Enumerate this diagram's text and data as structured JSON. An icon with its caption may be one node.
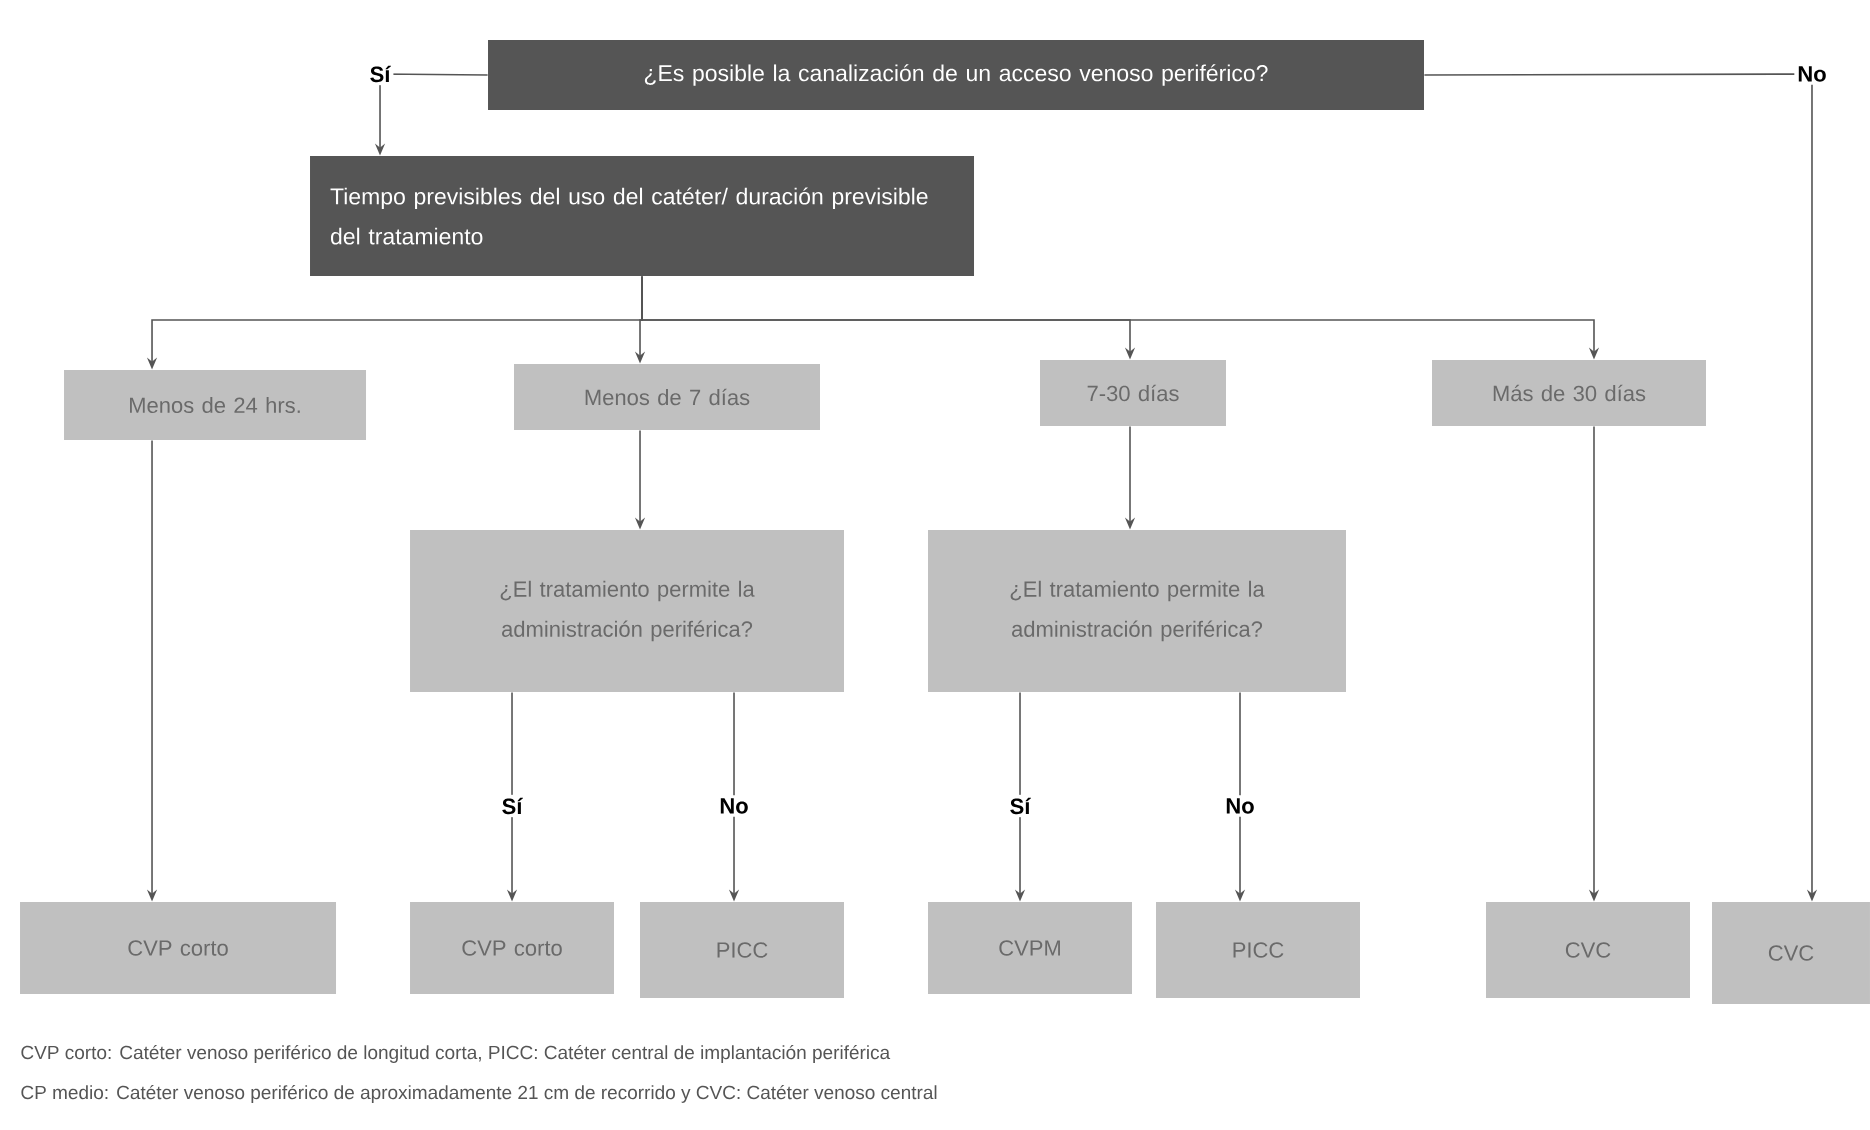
{
  "diagram": {
    "nodes": [
      {
        "text": [
          "¿Es posible la canalización de un acceso venoso periférico?"
        ]
      },
      {
        "text": [
          "Tiempo previsibles del uso del catéter/ duración previsible del tratamiento"
        ]
      },
      {
        "text": [
          "Menos de 24 hrs."
        ]
      },
      {
        "text": [
          "Menos de 7 días"
        ]
      },
      {
        "text": [
          "7-30 días"
        ]
      },
      {
        "text": [
          "Más de 30 días"
        ]
      },
      {
        "text": [
          "¿El tratamiento permite la administración periférica?"
        ]
      },
      {
        "text": [
          "¿El tratamiento permite la administración periférica?"
        ]
      },
      {
        "text": [
          "CVP corto"
        ]
      },
      {
        "text": [
          "CVP corto"
        ]
      },
      {
        "text": [
          "PICC"
        ]
      },
      {
        "text": [
          "CVPM"
        ]
      },
      {
        "text": [
          "PICC"
        ]
      },
      {
        "text": [
          "CVC"
        ]
      },
      {
        "text": [
          "CVC"
        ]
      }
    ],
    "edges": [
      {
        "from": 0,
        "to": 1,
        "arrow": "to",
        "label": "Sí"
      },
      {
        "from": 0,
        "to": 14,
        "arrow": "to",
        "label": "No"
      },
      {
        "from": 1,
        "to": 2,
        "arrow": "to"
      },
      {
        "from": 1,
        "to": 3,
        "arrow": "to"
      },
      {
        "from": 1,
        "to": 4,
        "arrow": "to"
      },
      {
        "from": 1,
        "to": 5,
        "arrow": "to"
      },
      {
        "from": 2,
        "to": 8,
        "arrow": "to"
      },
      {
        "from": 3,
        "to": 6,
        "arrow": "to"
      },
      {
        "from": 4,
        "to": 7,
        "arrow": "to"
      },
      {
        "from": 5,
        "to": 13,
        "arrow": "to"
      },
      {
        "from": 6,
        "to": 9,
        "arrow": "to",
        "label": "Sí"
      },
      {
        "from": 6,
        "to": 10,
        "arrow": "to",
        "label": "No"
      },
      {
        "from": 7,
        "to": 11,
        "arrow": "to",
        "label": "Sí"
      },
      {
        "from": 7,
        "to": 12,
        "arrow": "to",
        "label": "No"
      }
    ],
    "labels": [
      "CVP corto: Catéter venoso periférico de longitud corta, PICC: Catéter central de implantación periférica",
      "CP medio: Catéter venoso periférico de aproximadamente 21 cm de recorrido y CVC: Catéter venoso central"
    ]
  }
}
